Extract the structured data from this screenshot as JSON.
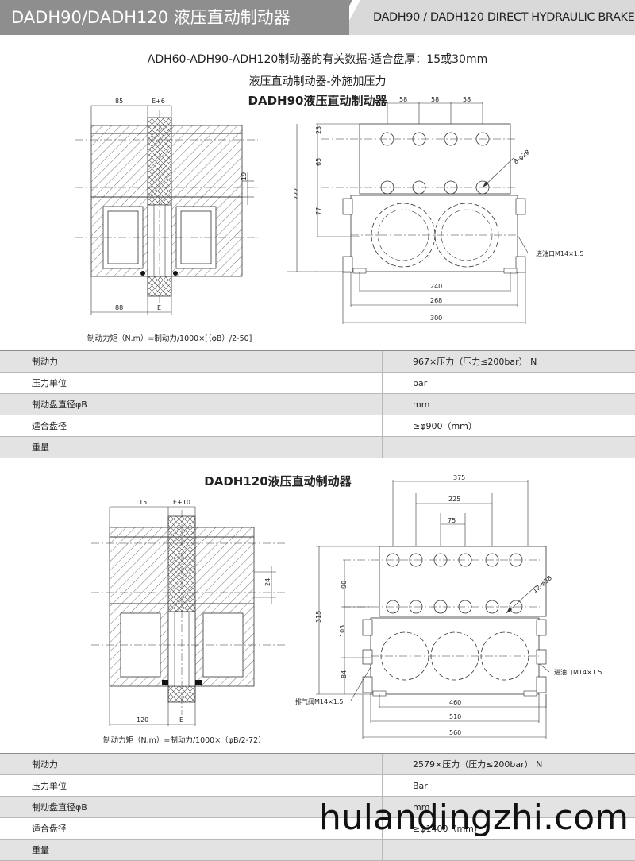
{
  "header": {
    "title_cn": "DADH90/DADH120 液压直动制动器",
    "title_en": "DADH90 / DADH120 DIRECT HYDRAULIC BRAKE"
  },
  "section1": {
    "intro": "ADH60-ADH90-ADH120制动器的有关数据-适合盘厚：15或30mm",
    "subtitle": "液压直动制动器-外施加压力",
    "model_title": "DADH90液压直动制动器",
    "dims": {
      "d85": "85",
      "e6": "E+6",
      "d19": "19",
      "d88": "88",
      "e": "E",
      "d58a": "58",
      "d58b": "58",
      "d58c": "58",
      "d23": "23",
      "d65": "65",
      "d77": "77",
      "d222": "222",
      "holes": "8-φ28",
      "port": "进油口M14×1.5",
      "d240": "240",
      "d268": "268",
      "d300": "300"
    },
    "formula": "制动力矩（N.m）=制动力/1000×[（φB）/2-50]",
    "table": [
      {
        "label": "制动力",
        "value": "967×压力（压力≤200bar） N"
      },
      {
        "label": "压力单位",
        "value": "bar"
      },
      {
        "label": "制动盘直径φB",
        "value": "mm"
      },
      {
        "label": "适合盘径",
        "value": "≥φ900（mm）"
      },
      {
        "label": "重量",
        "value": ""
      }
    ]
  },
  "section2": {
    "model_title": "DADH120液压直动制动器",
    "dims": {
      "d115": "115",
      "e10": "E+10",
      "d24": "24",
      "d120": "120",
      "e": "E",
      "d375": "375",
      "d225": "225",
      "d75": "75",
      "d90": "90",
      "d103": "103",
      "d84": "84",
      "d315": "315",
      "holes": "12-φ38",
      "port": "进油口M14×1.5",
      "vent": "排气阀M14×1.5",
      "d460": "460",
      "d510": "510",
      "d560": "560"
    },
    "formula": "制动力矩（N.m）=制动力/1000×（φB/2-72）",
    "table": [
      {
        "label": "制动力",
        "value": "2579×压力（压力≤200bar） N"
      },
      {
        "label": "压力单位",
        "value": "Bar"
      },
      {
        "label": "制动盘直径φB",
        "value": "mm"
      },
      {
        "label": "适合盘径",
        "value": "≥φ1400（mm）"
      },
      {
        "label": "重量",
        "value": ""
      }
    ]
  },
  "watermark": "hulandingzhi.com"
}
